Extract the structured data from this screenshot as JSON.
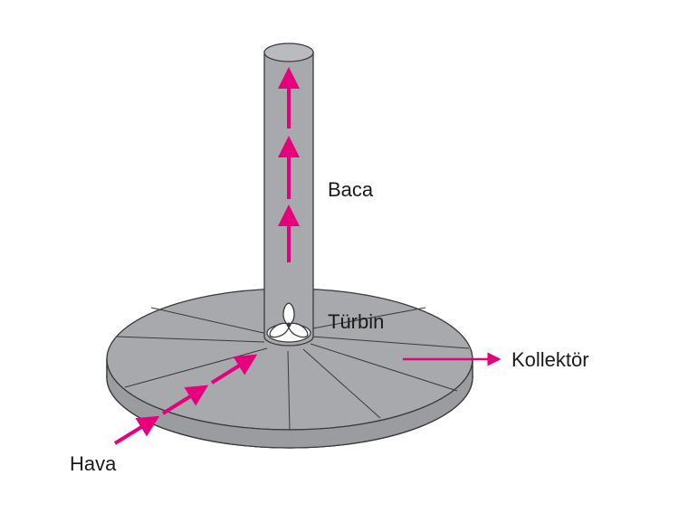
{
  "labels": {
    "chimney": "Baca",
    "turbine": "Türbin",
    "collector": "Kollektör",
    "air": "Hava"
  },
  "colors": {
    "structure_fill": "#a7a9ac",
    "structure_fill_dark": "#949699",
    "outline": "#3a3a3a",
    "arrow": "#e6007e",
    "turbine_fill": "#ffffff"
  },
  "icons": {
    "turbine": "three-blade-turbine-icon"
  }
}
